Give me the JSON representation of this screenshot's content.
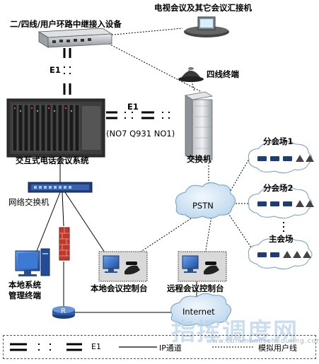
{
  "labels": {
    "access_device": "二/四线/用户环路中继接入设备",
    "tv_conf": "电视会议及其它会议汇接机",
    "e1_vertical": "E1",
    "four_wire_terminal": "四线终端",
    "e1_horizontal": "E1",
    "protocols": "(NO7  Q931  NO1)",
    "interactive_system": "交互式电话会议系统",
    "exchange": "交换机",
    "branch1": "分会场1",
    "branch2": "分会场2",
    "main_venue": "主会场",
    "network_switch": "网络交换机",
    "pstn": "PSTN",
    "local_mgmt_line1": "本地系统",
    "local_mgmt_line2": "管理终端",
    "local_console": "本地会议控制台",
    "remote_console": "远程会议控制台",
    "internet": "Internet",
    "router": "R"
  },
  "legend": {
    "e1": "E1",
    "ip": "IP通道",
    "analog": "模拟用户线"
  },
  "watermark": {
    "main": "指挥调度网",
    "sub": "www.commandscheduling.com"
  },
  "colors": {
    "cloud": "#cfe3f3",
    "cloud_stroke": "#6f9cc4",
    "device_gray": "#9ea3a8",
    "device_dark": "#2a2a2a",
    "monitor_blue": "#2d63b8"
  }
}
